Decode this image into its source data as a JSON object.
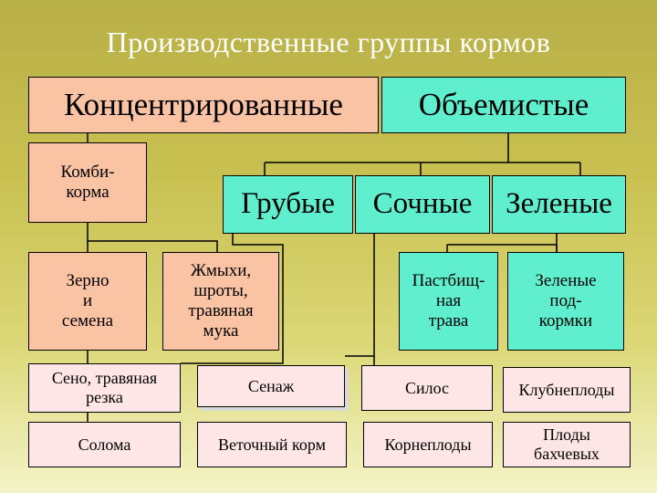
{
  "title": "Производственные группы кормов",
  "groups": {
    "concentrated": "Концентрированные",
    "bulky": "Объемистые"
  },
  "concentrated_items": {
    "combi": "Комби-\nкорма",
    "grain": "Зерно\nи\nсемена",
    "oilcake": "Жмыхи,\nшроты,\nтравяная\nмука"
  },
  "bulky_types": {
    "rough": "Грубые",
    "juicy": "Сочные",
    "green": "Зеленые"
  },
  "rough_items": {
    "hay": "Сено, травяная\nрезка",
    "straw": "Солома"
  },
  "juicy_items": {
    "haylage": "Сенаж",
    "branch": "Веточный корм",
    "silage": "Силос",
    "roots": "Корнеплоды",
    "tubers": "Клубнеплоды",
    "melons": "Плоды\nбахчевых"
  },
  "green_items": {
    "pasture": "Пастбищ-\nная\nтрава",
    "greenfeed": "Зеленые\nпод-\nкормки"
  },
  "colors": {
    "concentrated": "#f9c3a4",
    "bulky": "#5fefcf",
    "leaf": "#ffe6e6"
  }
}
